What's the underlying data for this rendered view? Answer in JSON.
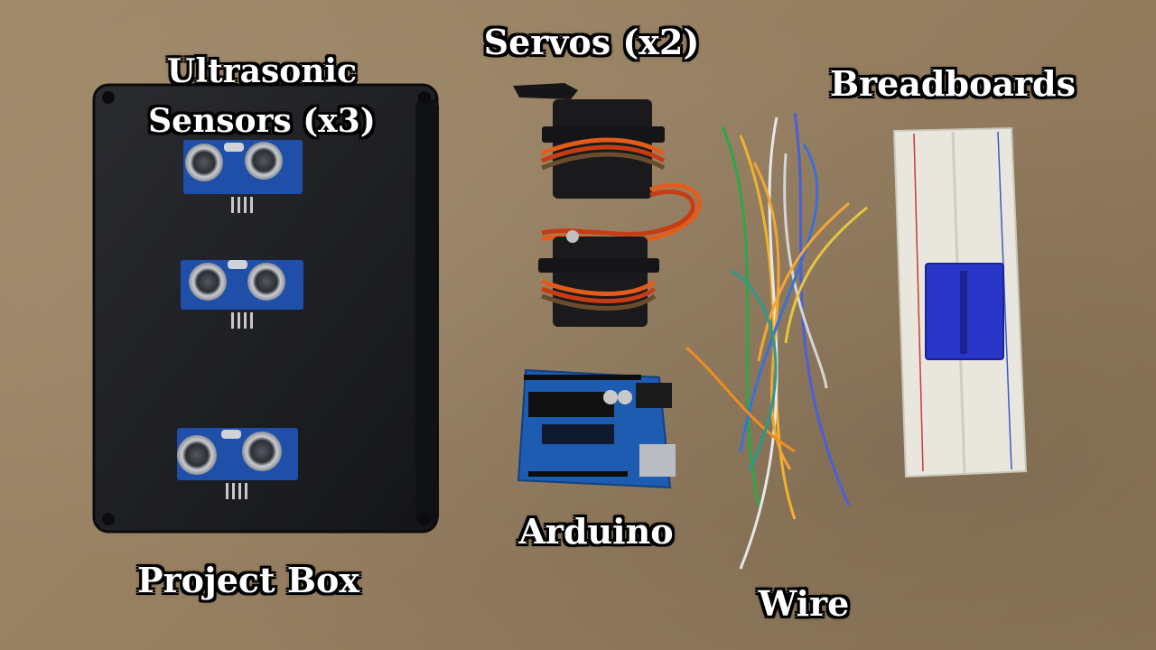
{
  "labels": {
    "ultrasonic_line1": "Ultrasonic",
    "ultrasonic_line2": "Sensors (x3)",
    "servos": "Servos (x2)",
    "breadboards": "Breadboards",
    "project_box": "Project Box",
    "arduino": "Arduino",
    "wire": "Wire"
  },
  "colors": {
    "background": "#9a8466",
    "project_box": "#1c1d21",
    "sensor_board": "#1f4fa8",
    "servo_body": "#1a1a1c",
    "arduino_board": "#1d5cb0",
    "breadboard": "#e9e7dd",
    "mini_breadboard": "#2a36c8"
  }
}
